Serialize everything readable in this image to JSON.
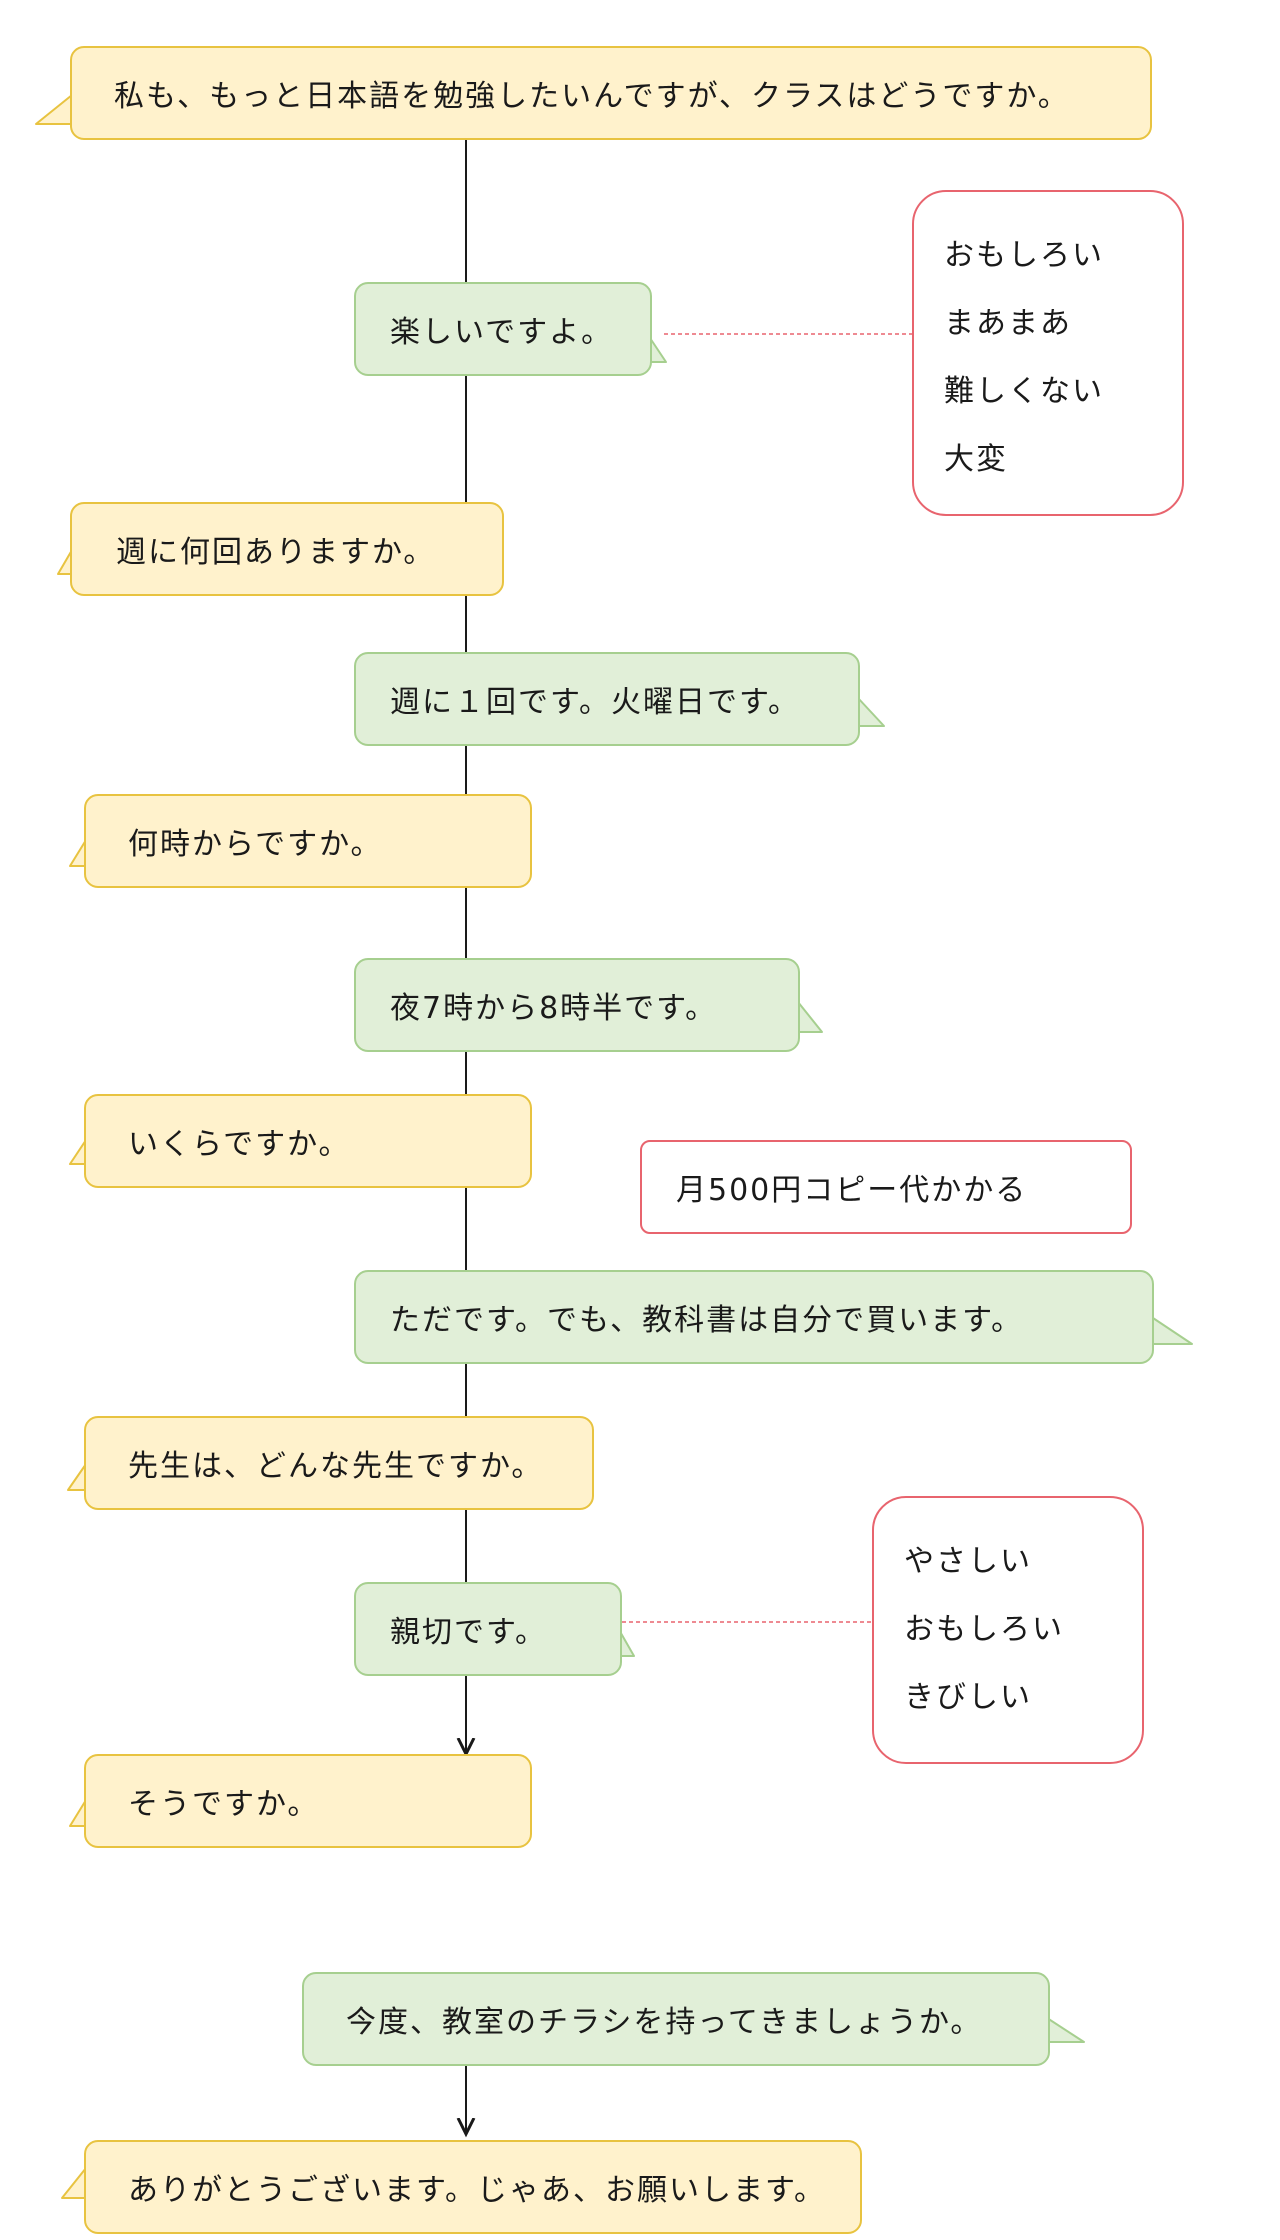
{
  "colors": {
    "speaker_a_fill": "#fff2cc",
    "speaker_a_border": "#e8c340",
    "speaker_b_fill": "#e1efd8",
    "speaker_b_border": "#a6cf8f",
    "note_border": "#e8646e",
    "connector": "#1a1a1a"
  },
  "dialogue": [
    {
      "speaker": "a",
      "text": "私も、もっと日本語を勉強したいんですが、クラスはどうですか。"
    },
    {
      "speaker": "b",
      "text": "楽しいですよ。"
    },
    {
      "speaker": "a",
      "text": "週に何回ありますか。"
    },
    {
      "speaker": "b",
      "text": "週に１回です。火曜日です。"
    },
    {
      "speaker": "a",
      "text": "何時からですか。"
    },
    {
      "speaker": "b",
      "text": "夜7時から8時半です。"
    },
    {
      "speaker": "a",
      "text": "いくらですか。"
    },
    {
      "speaker": "b",
      "text": "ただです。でも、教科書は自分で買います。"
    },
    {
      "speaker": "a",
      "text": "先生は、どんな先生ですか。"
    },
    {
      "speaker": "b",
      "text": "親切です。"
    },
    {
      "speaker": "a",
      "text": "そうですか。"
    },
    {
      "speaker": "b",
      "text": "今度、教室のチラシを持ってきましょうか。"
    },
    {
      "speaker": "a",
      "text": "ありがとうございます。じゃあ、お願いします。"
    }
  ],
  "notes": {
    "fun": {
      "items": [
        "おもしろい",
        "まあまあ",
        "難しくない",
        "大変"
      ]
    },
    "cost": {
      "text": "月500円コピー代かかる"
    },
    "teacher": {
      "items": [
        "やさしい",
        "おもしろい",
        "きびしい"
      ]
    }
  }
}
